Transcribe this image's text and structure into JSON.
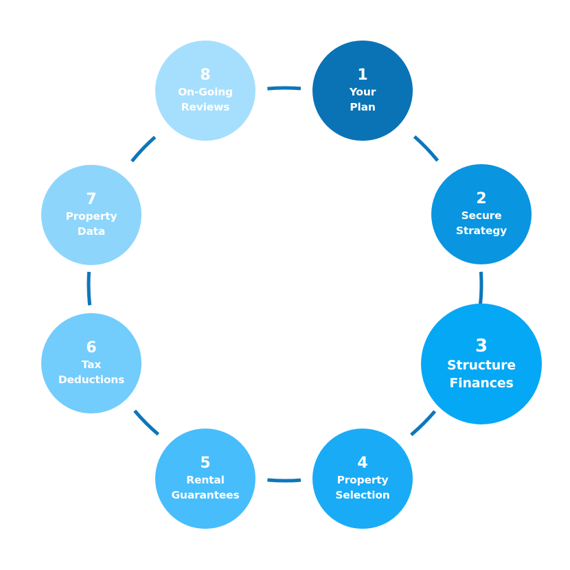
{
  "diagram": {
    "type": "cycle",
    "connector_color": "#0d76bb",
    "steps": [
      {
        "number": "1",
        "line1": "Your",
        "line2": "Plan",
        "color": "#0a73b5",
        "emphasis": false
      },
      {
        "number": "2",
        "line1": "Secure",
        "line2": "Strategy",
        "color": "#0995e0",
        "emphasis": false
      },
      {
        "number": "3",
        "line1": "Structure",
        "line2": "Finances",
        "color": "#05a8f5",
        "emphasis": true
      },
      {
        "number": "4",
        "line1": "Property",
        "line2": "Selection",
        "color": "#1aabf6",
        "emphasis": false
      },
      {
        "number": "5",
        "line1": "Rental",
        "line2": "Guarantees",
        "color": "#47bdfb",
        "emphasis": false
      },
      {
        "number": "6",
        "line1": "Tax",
        "line2": "Deductions",
        "color": "#72ccfc",
        "emphasis": false
      },
      {
        "number": "7",
        "line1": "Property",
        "line2": "Data",
        "color": "#8ed5fc",
        "emphasis": false
      },
      {
        "number": "8",
        "line1": "On-Going",
        "line2": "Reviews",
        "color": "#a5dffd",
        "emphasis": false
      }
    ]
  }
}
